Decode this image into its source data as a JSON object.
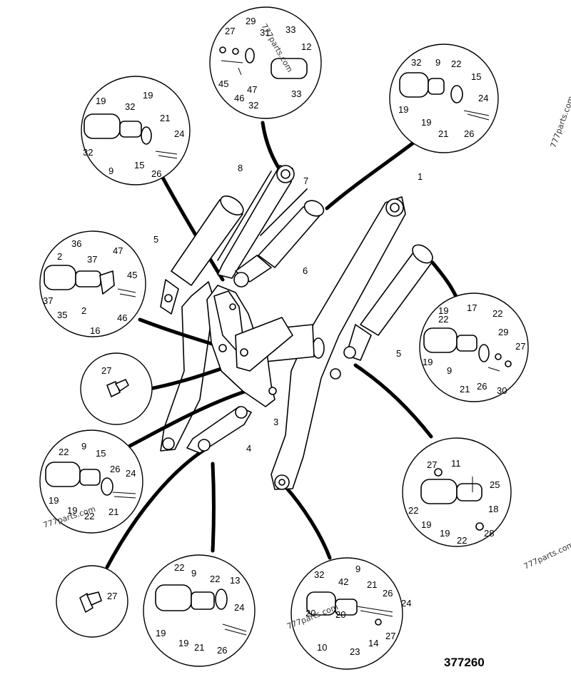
{
  "figure_number": "377260",
  "watermarks": [
    "777parts.com",
    "777parts.com",
    "777parts.com",
    "777parts.com",
    "777parts.com"
  ],
  "main_labels": {
    "l1": "1",
    "l3": "3",
    "l4": "4",
    "l5a": "5",
    "l5b": "5",
    "l6": "6",
    "l7": "7",
    "l8": "8"
  },
  "details": {
    "top": [
      "27",
      "29",
      "31",
      "33",
      "12",
      "45",
      "46",
      "47",
      "32",
      "33"
    ],
    "tr": [
      "32",
      "9",
      "22",
      "15",
      "24",
      "19",
      "19",
      "21",
      "26"
    ],
    "tl": [
      "19",
      "32",
      "19",
      "21",
      "24",
      "32",
      "9",
      "15",
      "26"
    ],
    "ml": [
      "36",
      "2",
      "37",
      "47",
      "45",
      "37",
      "35",
      "2",
      "16",
      "46"
    ],
    "rm": [
      "19",
      "17",
      "22",
      "22",
      "29",
      "27",
      "19",
      "9",
      "21",
      "26",
      "30"
    ],
    "nip1": [
      "27"
    ],
    "ll": [
      "9",
      "15",
      "22",
      "26",
      "24",
      "19",
      "19",
      "22",
      "21"
    ],
    "rl": [
      "27",
      "11",
      "25",
      "22",
      "18",
      "19",
      "19",
      "22",
      "28"
    ],
    "nip2": [
      "27"
    ],
    "bm": [
      "22",
      "9",
      "22",
      "13",
      "24",
      "19",
      "19",
      "21",
      "26"
    ],
    "br": [
      "32",
      "9",
      "42",
      "21",
      "26",
      "24",
      "20",
      "20",
      "10",
      "23",
      "14",
      "27"
    ]
  }
}
